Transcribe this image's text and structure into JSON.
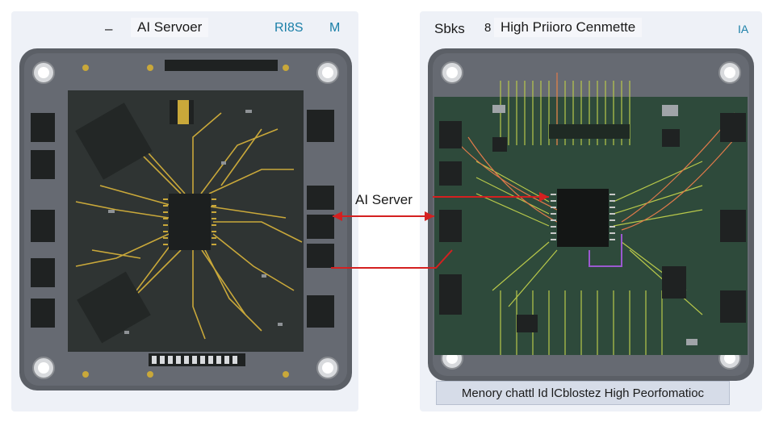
{
  "left": {
    "dash": "–",
    "title": "AI Servoer",
    "code": "RI8S",
    "corner": "M"
  },
  "right": {
    "side_label": "Sbks",
    "marker": "8",
    "title": "High Priioro Cenmette",
    "corner": "IA"
  },
  "center_label": "AI Server",
  "caption": "Menory chattl Id lCblostez High Peorfomatioc",
  "colors": {
    "board_frame": "#5b5f66",
    "pcb_left": "#2f3433",
    "pcb_right": "#2e4a3b",
    "trace_gold": "#c9a83a",
    "trace_green": "#b8c84a",
    "arrow_red": "#d42020"
  }
}
